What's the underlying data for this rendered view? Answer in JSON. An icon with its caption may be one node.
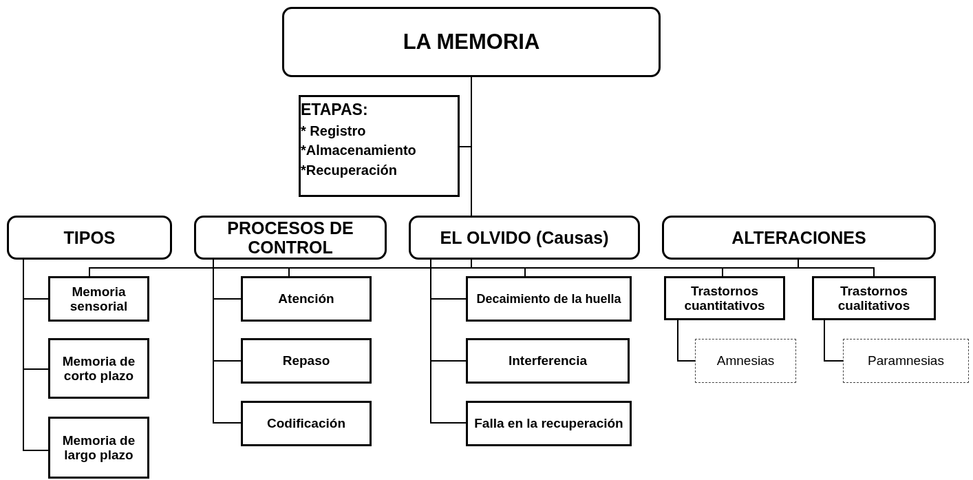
{
  "diagram": {
    "nodes": [
      {
        "text": [
          "LA MEMORIA"
        ]
      },
      {
        "text": [
          "ETAPAS:",
          "* Registro",
          "*Almacenamiento",
          "*Recuperación"
        ]
      },
      {
        "text": [
          "TIPOS"
        ]
      },
      {
        "text": [
          "PROCESOS DE CONTROL"
        ]
      },
      {
        "text": [
          "EL OLVIDO (Causas)"
        ]
      },
      {
        "text": [
          "ALTERACIONES"
        ]
      },
      {
        "text": [
          "Memoria sensorial"
        ]
      },
      {
        "text": [
          "Memoria de corto plazo"
        ]
      },
      {
        "text": [
          "Memoria de largo plazo"
        ]
      },
      {
        "text": [
          "Atención"
        ]
      },
      {
        "text": [
          "Repaso"
        ]
      },
      {
        "text": [
          "Codificación"
        ]
      },
      {
        "text": [
          "Decaimiento de la huella"
        ]
      },
      {
        "text": [
          "Interferencia"
        ]
      },
      {
        "text": [
          "Falla en la recuperación"
        ]
      },
      {
        "text": [
          "Trastornos cuantitativos"
        ]
      },
      {
        "text": [
          "Trastornos cualitativos"
        ]
      },
      {
        "text": [
          "Amnesias"
        ]
      },
      {
        "text": [
          "Paramnesias"
        ]
      }
    ],
    "edges": [
      {
        "from": 0,
        "to": 4,
        "arrow": "none"
      },
      {
        "from": 0,
        "to": 1,
        "arrow": "none"
      },
      {
        "from": 2,
        "to": 6,
        "arrow": "none"
      },
      {
        "from": 2,
        "to": 7,
        "arrow": "none"
      },
      {
        "from": 2,
        "to": 8,
        "arrow": "none"
      },
      {
        "from": 3,
        "to": 9,
        "arrow": "none"
      },
      {
        "from": 3,
        "to": 10,
        "arrow": "none"
      },
      {
        "from": 3,
        "to": 11,
        "arrow": "none"
      },
      {
        "from": 4,
        "to": 12,
        "arrow": "none"
      },
      {
        "from": 4,
        "to": 13,
        "arrow": "none"
      },
      {
        "from": 4,
        "to": 14,
        "arrow": "none"
      },
      {
        "from": 4,
        "to": 6,
        "arrow": "none"
      },
      {
        "from": 4,
        "to": 9,
        "arrow": "none"
      },
      {
        "from": 4,
        "to": 12,
        "arrow": "none"
      },
      {
        "from": 5,
        "to": 15,
        "arrow": "none"
      },
      {
        "from": 5,
        "to": 16,
        "arrow": "none"
      },
      {
        "from": 15,
        "to": 17,
        "arrow": "none"
      },
      {
        "from": 16,
        "to": 18,
        "arrow": "none"
      },
      {
        "from": 4,
        "to": 5,
        "arrow": "none"
      }
    ]
  }
}
